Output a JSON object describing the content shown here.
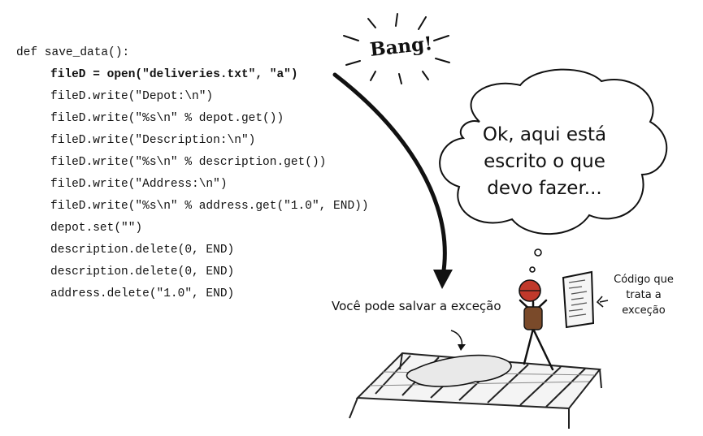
{
  "code": {
    "lines": [
      "def save_data():",
      "fileD = open(\"deliveries.txt\", \"a\")",
      "fileD.write(\"Depot:\\n\")",
      "fileD.write(\"%s\\n\" % depot.get())",
      "fileD.write(\"Description:\\n\")",
      "fileD.write(\"%s\\n\" % description.get())",
      "fileD.write(\"Address:\\n\")",
      "fileD.write(\"%s\\n\" % address.get(\"1.0\", END))",
      "depot.set(\"\")",
      "description.delete(0, END)",
      "description.delete(0, END)",
      "address.delete(\"1.0\", END)"
    ]
  },
  "bang_text": "Bang!",
  "thought_bubble": {
    "lines": [
      "Ok, aqui está",
      "escrito o que",
      "devo fazer..."
    ]
  },
  "caption_save": "Você pode salvar a exceção",
  "caption_handler": {
    "lines": [
      "Código que",
      "trata a",
      "exceção"
    ]
  },
  "icons": [
    "explosion-burst",
    "curved-arrow",
    "thought-bubble",
    "stick-figure-with-helmet",
    "code-document",
    "safety-net"
  ],
  "colors": {
    "ink": "#111111",
    "background": "#ffffff",
    "helmet": "#c0392b",
    "armor": "#7a4a2a",
    "net": "#d9d9d9"
  }
}
